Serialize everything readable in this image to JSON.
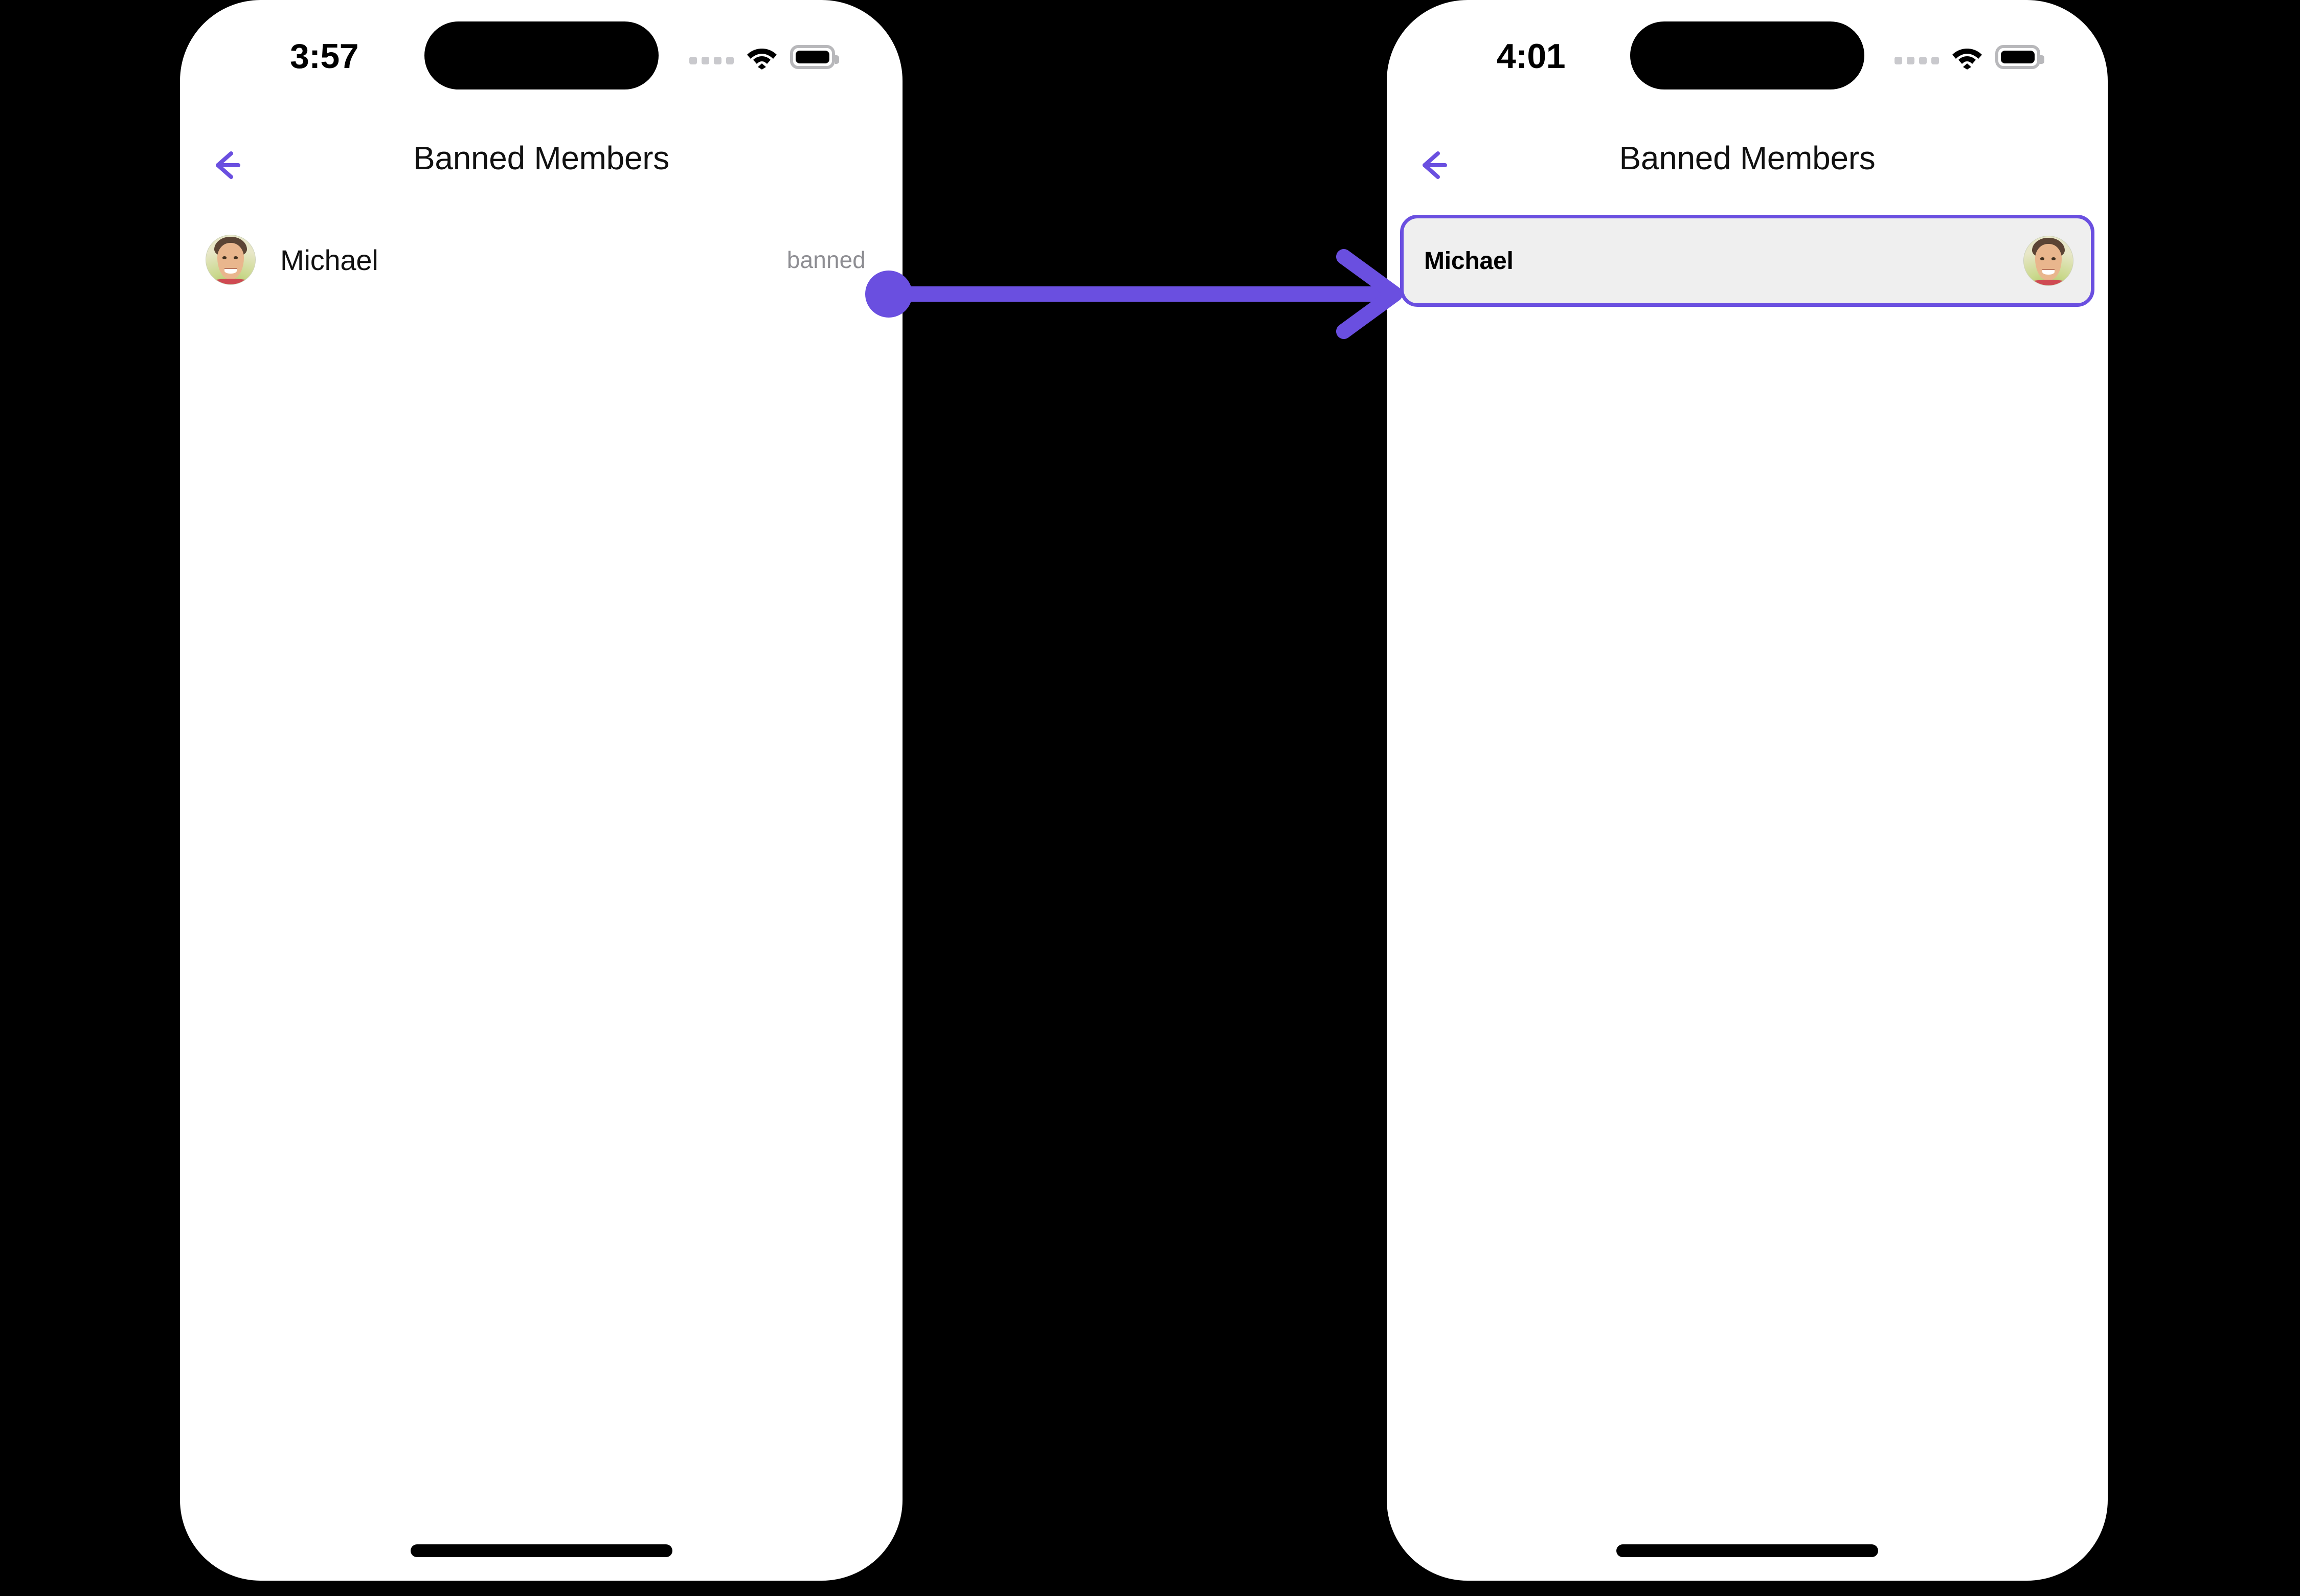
{
  "theme": {
    "accent": "#6a4fe0",
    "background": "#000000",
    "screen_bg": "#ffffff",
    "card_bg": "#efefef",
    "muted_text": "#8e8e93",
    "primary_text": "#111111"
  },
  "screens": [
    {
      "id": "before",
      "status_bar": {
        "time": "3:57",
        "signal_icon": "signal-dots-icon",
        "wifi_icon": "wifi-icon",
        "battery_icon": "battery-icon"
      },
      "nav": {
        "back_icon": "back-arrow-icon",
        "title": "Banned Members"
      },
      "list": [
        {
          "avatar_icon": "user-avatar-michael",
          "name": "Michael",
          "status": "banned"
        }
      ]
    },
    {
      "id": "after",
      "status_bar": {
        "time": "4:01",
        "signal_icon": "signal-dots-icon",
        "wifi_icon": "wifi-icon",
        "battery_icon": "battery-icon"
      },
      "nav": {
        "back_icon": "back-arrow-icon",
        "title": "Banned Members"
      },
      "list": [
        {
          "avatar_icon": "user-avatar-michael",
          "name": "Michael",
          "status": ""
        }
      ]
    }
  ],
  "flow": {
    "arrow_icon": "flow-arrow-icon",
    "from": "banned-status-label",
    "to": "banned-member-card"
  }
}
